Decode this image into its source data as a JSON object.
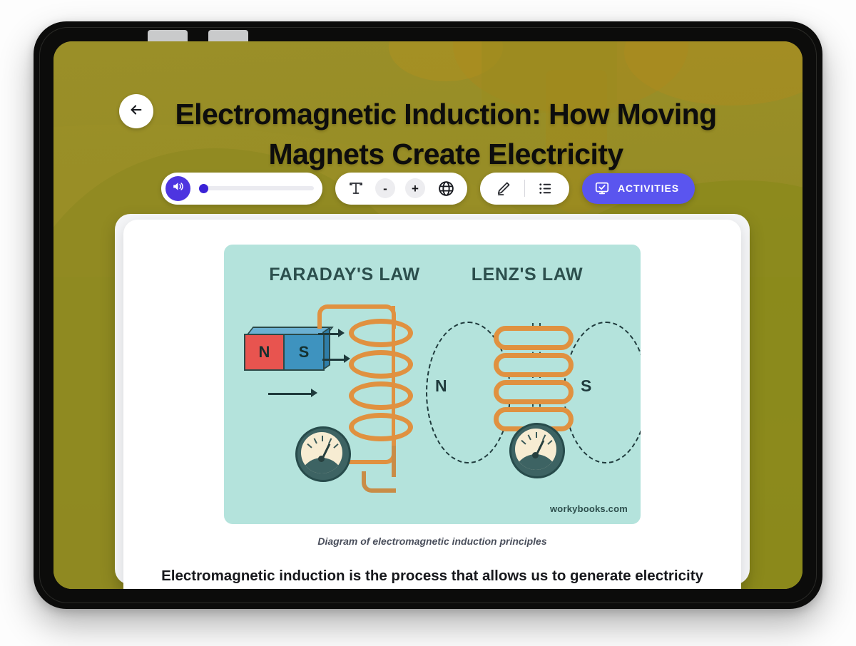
{
  "page_title": "Electromagnetic Induction: How Moving Magnets Create Electricity",
  "back_icon": "arrow-left-icon",
  "toolbar": {
    "audio": {
      "play_icon": "speaker-volume-icon",
      "slider_value": 0,
      "slider_min": 0,
      "slider_max": 100
    },
    "text_size": {
      "icon": "text-format-icon",
      "decrease_label": "-",
      "increase_label": "+"
    },
    "language_icon": "globe-icon",
    "tools": {
      "draw_icon": "pencil-icon",
      "list_icon": "bulleted-list-icon"
    },
    "activities": {
      "label": "ACTIVITIES",
      "icon": "monitor-check-icon",
      "color": "#5a55ef"
    }
  },
  "content": {
    "diagram": {
      "faraday_heading": "FARADAY'S LAW",
      "lenz_heading": "LENZ'S LAW",
      "magnet_north_label": "N",
      "magnet_south_label": "S",
      "lenz_north_label": "N",
      "lenz_south_label": "S",
      "watermark": "workybooks.com",
      "background_color": "#b4e3dc",
      "coil_color": "#e09140",
      "magnet_north_color": "#e8544f",
      "magnet_south_color": "#3e93bf"
    },
    "caption": "Diagram of electromagnetic induction principles",
    "paragraph": "Electromagnetic induction is the process that allows us to generate electricity by"
  }
}
